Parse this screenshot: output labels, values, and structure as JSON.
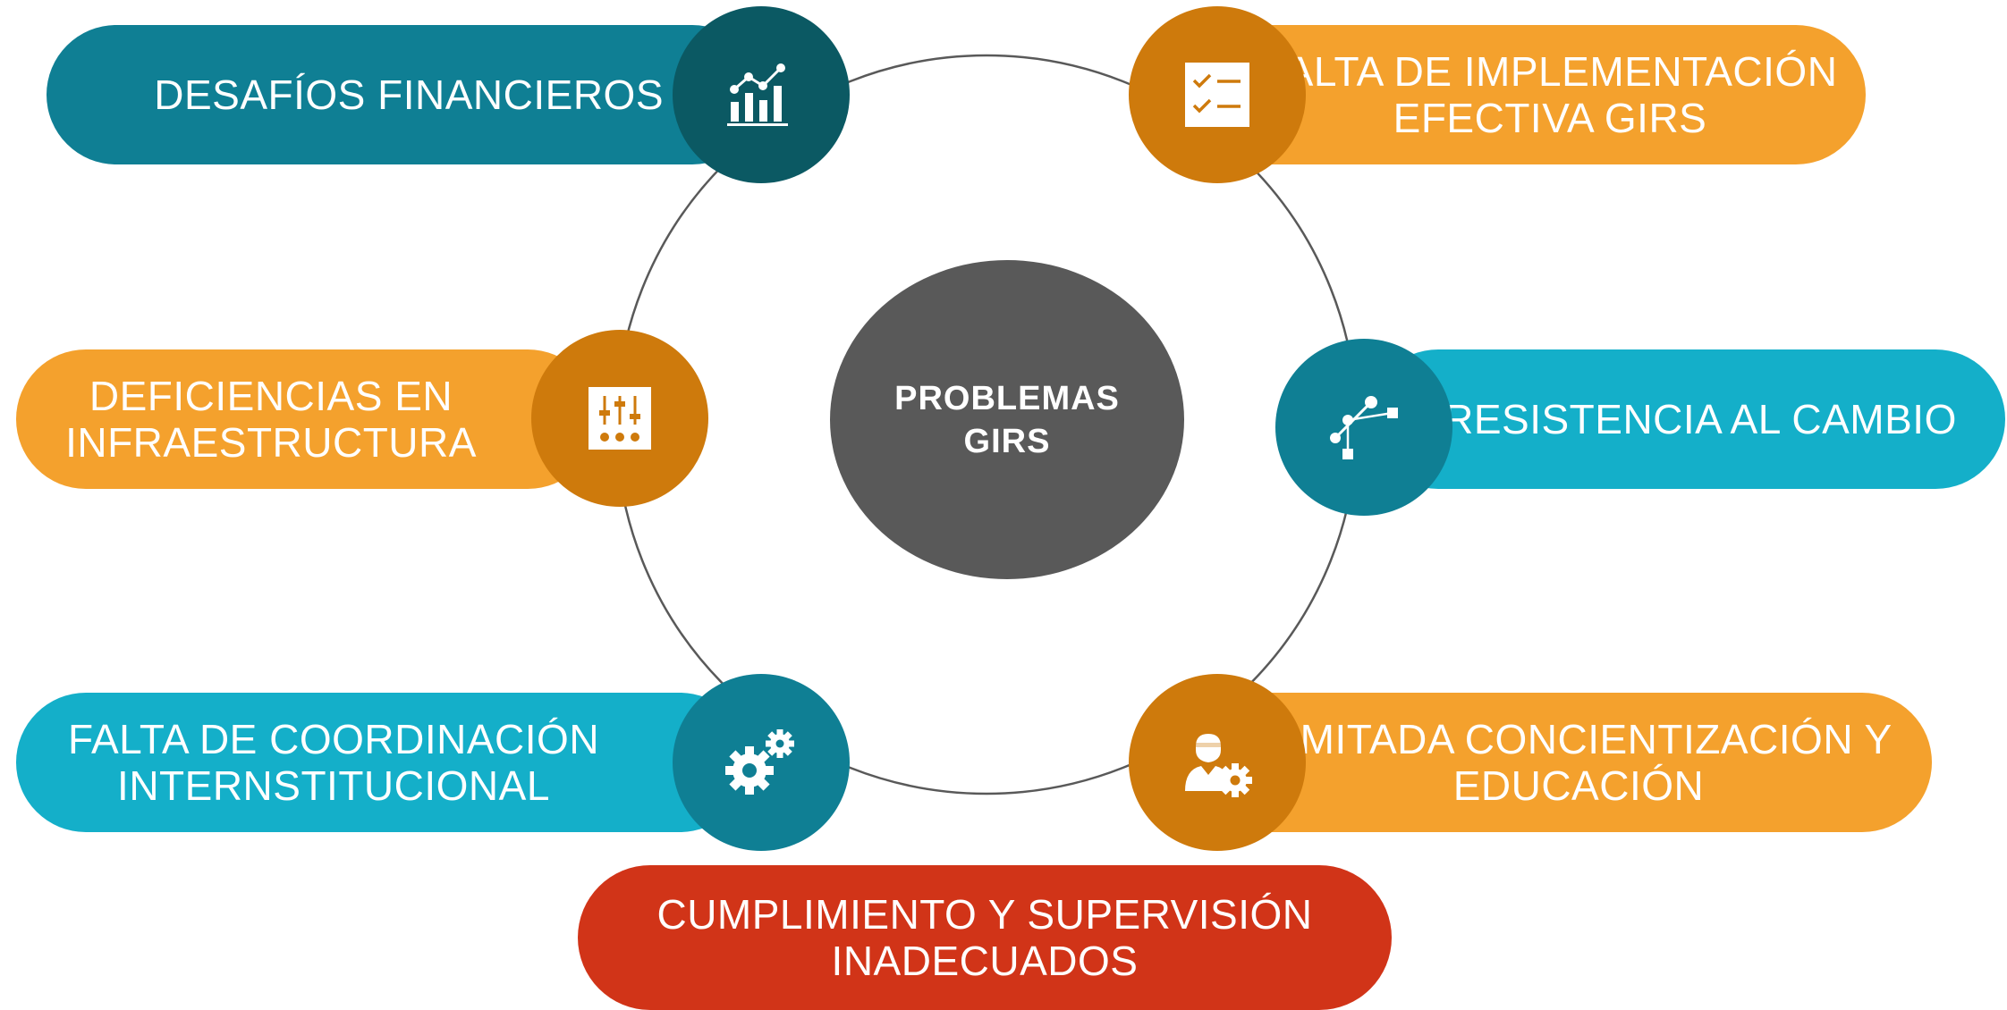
{
  "center": {
    "label": "PROBLEMAS\nGIRS"
  },
  "items": [
    {
      "label": "DESAFÍOS FINANCIEROS",
      "icon": "line-bar-chart-icon",
      "pill_color": "#0f7f94",
      "icon_color": "#0b5963"
    },
    {
      "label": "FALTA DE IMPLEMENTACIÓN\nEFECTIVA GIRS",
      "icon": "checklist-icon",
      "pill_color": "#f4a12d",
      "icon_color": "#ce7a0c"
    },
    {
      "label": "DEFICIENCIAS EN\nINFRAESTRUCTURA",
      "icon": "sliders-icon",
      "pill_color": "#f4a12d",
      "icon_color": "#ce7a0c"
    },
    {
      "label": "RESISTENCIA AL CAMBIO",
      "icon": "path-nodes-icon",
      "pill_color": "#14afc9",
      "icon_color": "#0f7f94"
    },
    {
      "label": "FALTA DE COORDINACIÓN\nINTERNSTITUCIONAL",
      "icon": "gears-icon",
      "pill_color": "#14afc9",
      "icon_color": "#0f7f94"
    },
    {
      "label": "LIMITADA CONCIENTIZACIÓN Y\nEDUCACIÓN",
      "icon": "user-gear-icon",
      "pill_color": "#f4a12d",
      "icon_color": "#ce7a0c"
    },
    {
      "label": "CUMPLIMIENTO Y SUPERVISIÓN\nINADECUADOS",
      "icon": "",
      "pill_color": "#d13418",
      "icon_color": ""
    }
  ]
}
